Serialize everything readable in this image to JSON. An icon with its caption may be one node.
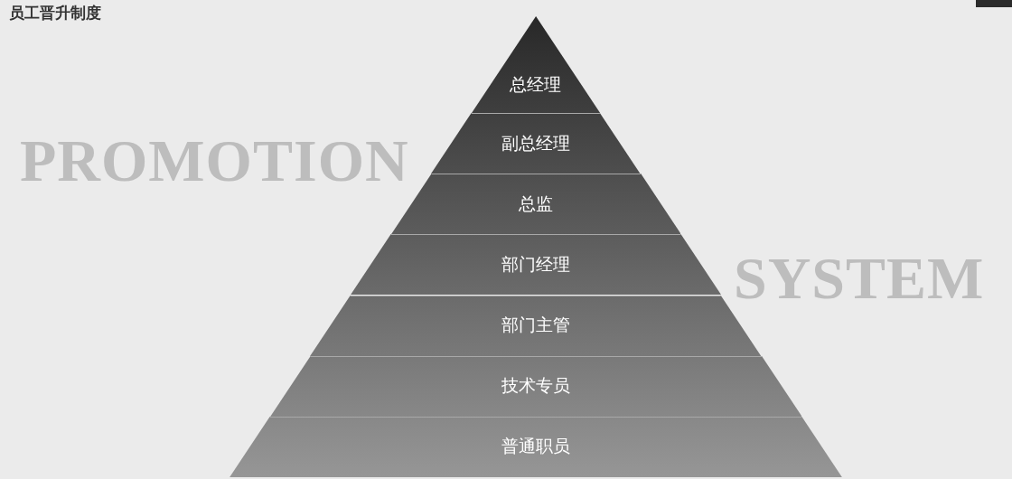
{
  "diagram": {
    "title": "员工晋升制度",
    "nodes": [
      {
        "text": [
          "总经理"
        ]
      },
      {
        "text": [
          "副总经理"
        ]
      },
      {
        "text": [
          "总监"
        ]
      },
      {
        "text": [
          "部门经理"
        ]
      },
      {
        "text": [
          "部门主管"
        ]
      },
      {
        "text": [
          "技术专员"
        ]
      },
      {
        "text": [
          "普通职员"
        ]
      }
    ],
    "labels": [
      "PROMOTION",
      "SYSTEM"
    ]
  }
}
